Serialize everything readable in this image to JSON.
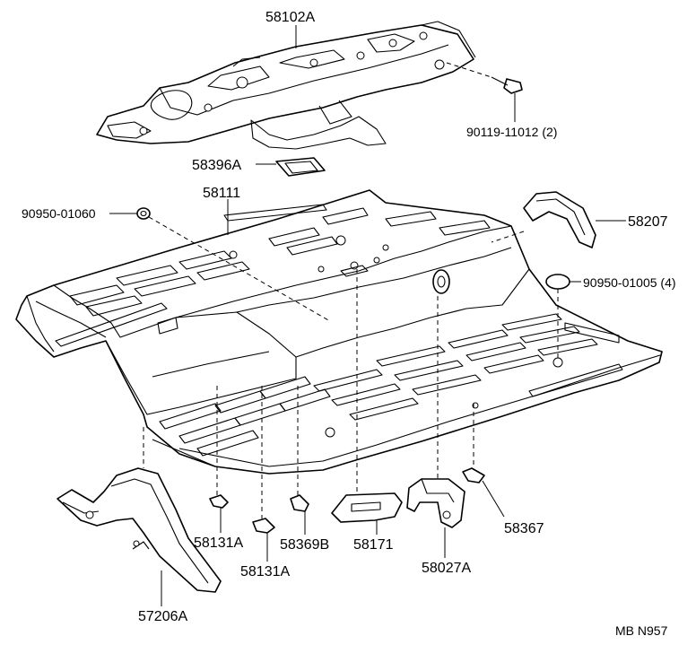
{
  "labels": {
    "p58102A": "58102A",
    "p90119": "90119-11012 (2)",
    "p58396A": "58396A",
    "p58111": "58111",
    "p90950_01060": "90950-01060",
    "p58207": "58207",
    "p90950_01005": "90950-01005 (4)",
    "p58131A_1": "58131A",
    "p58131A_2": "58131A",
    "p58369B": "58369B",
    "p58171": "58171",
    "p58027A": "58027A",
    "p58367": "58367",
    "p57206A": "57206A",
    "ref_code": "MB  N957"
  }
}
